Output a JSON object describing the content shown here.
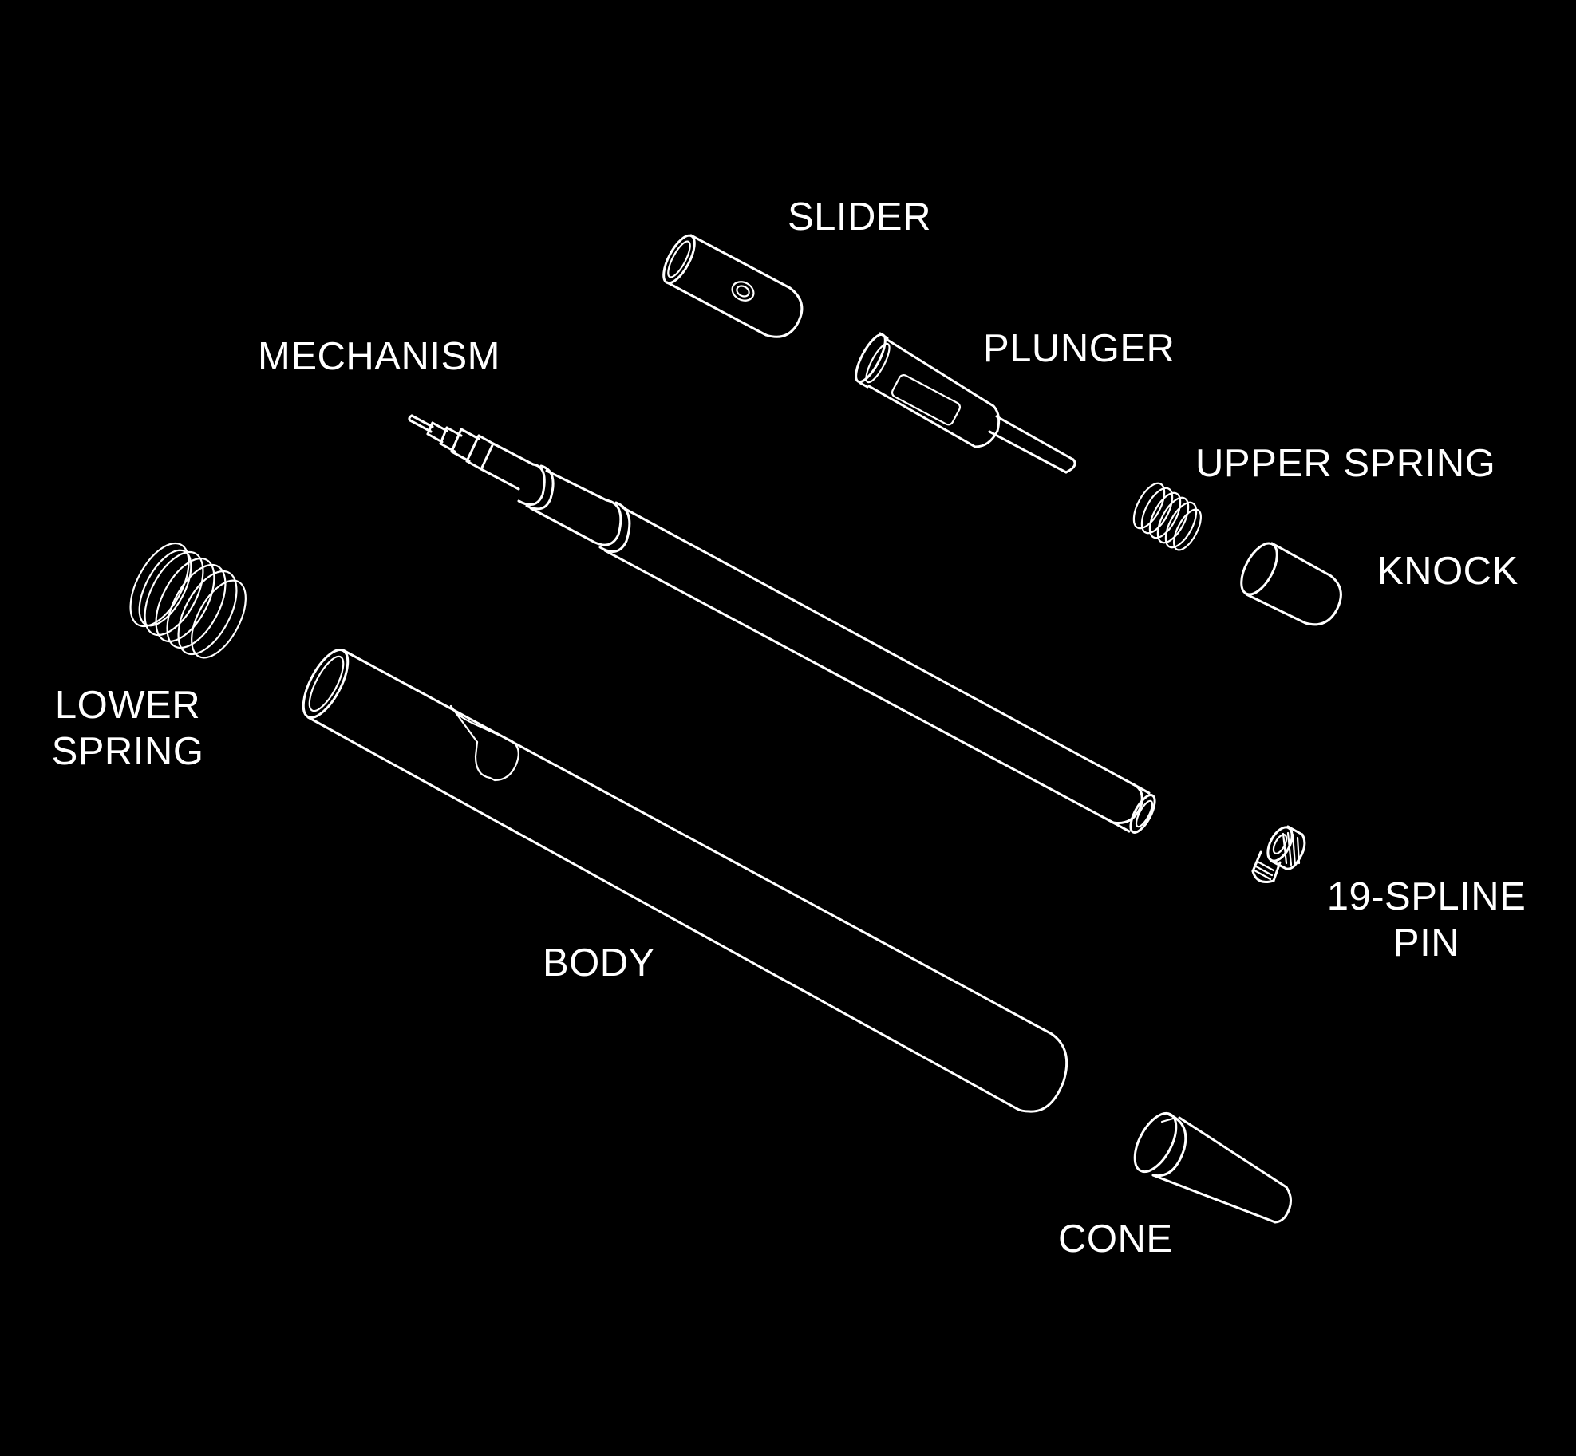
{
  "labels": {
    "slider": "SLIDER",
    "mechanism": "MECHANISM",
    "plunger": "PLUNGER",
    "upper_spring": "UPPER SPRING",
    "knock": "KNOCK",
    "lower_spring_line1": "LOWER",
    "lower_spring_line2": "SPRING",
    "spline_pin_line1": "19-SPLINE",
    "spline_pin_line2": "PIN",
    "body": "BODY",
    "cone": "CONE"
  },
  "colors": {
    "background": "#000000",
    "line": "#ffffff"
  }
}
